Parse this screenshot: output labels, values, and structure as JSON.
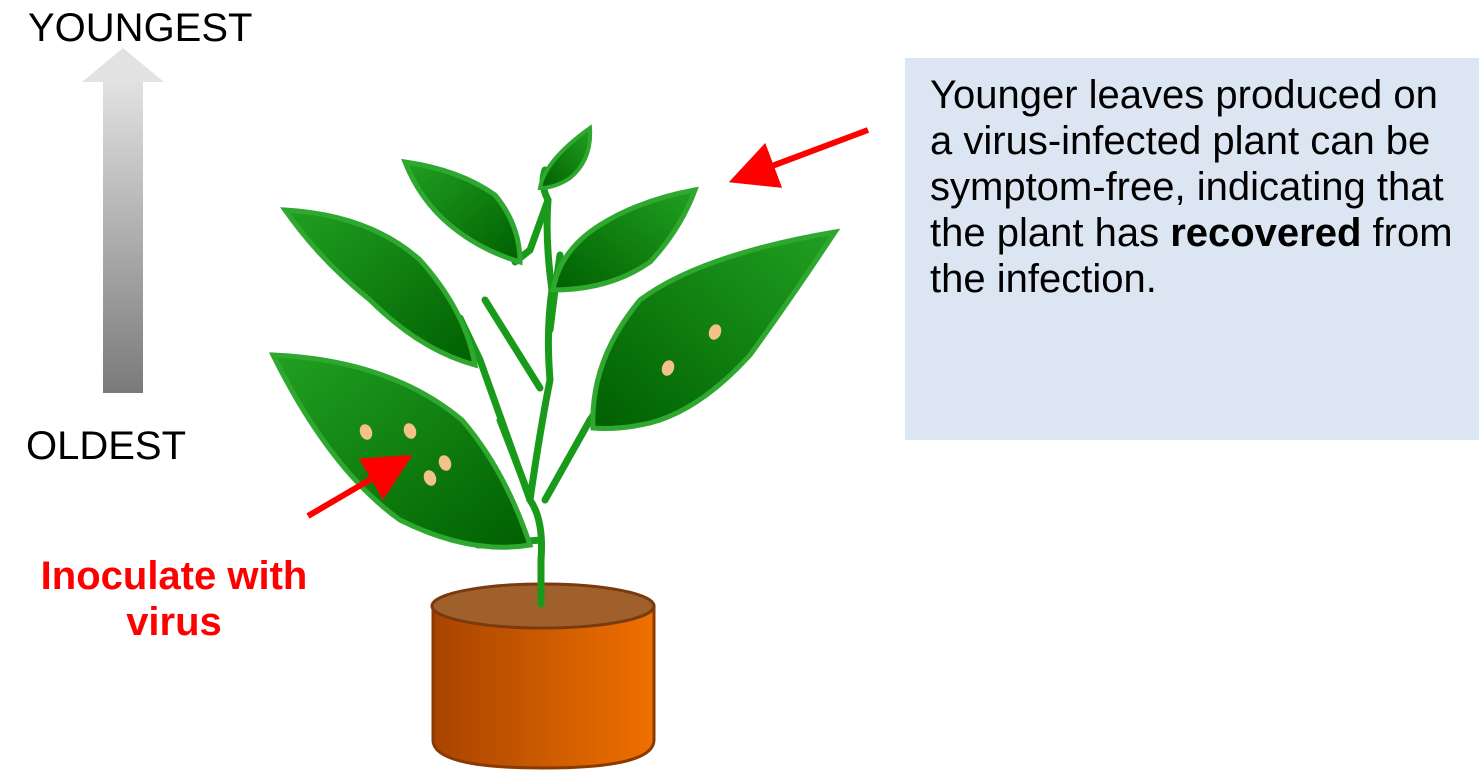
{
  "labels": {
    "youngest": "YOUNGEST",
    "oldest": "OLDEST",
    "inoculate_line1": "Inoculate with",
    "inoculate_line2": "virus"
  },
  "callout": {
    "text_before": "Younger leaves produced on a virus-infected plant can be symptom-free, indicating that the plant has ",
    "emphasis": "recovered",
    "text_after": " from the infection."
  },
  "colors": {
    "leaf_fill": "#0a7a0a",
    "leaf_outline": "#2fa82f",
    "stem": "#1a9a1a",
    "lesion": "#f2c28a",
    "pot": "#d05a00",
    "arrow_red": "#ff0000",
    "callout_bg": "#dce6f2"
  }
}
